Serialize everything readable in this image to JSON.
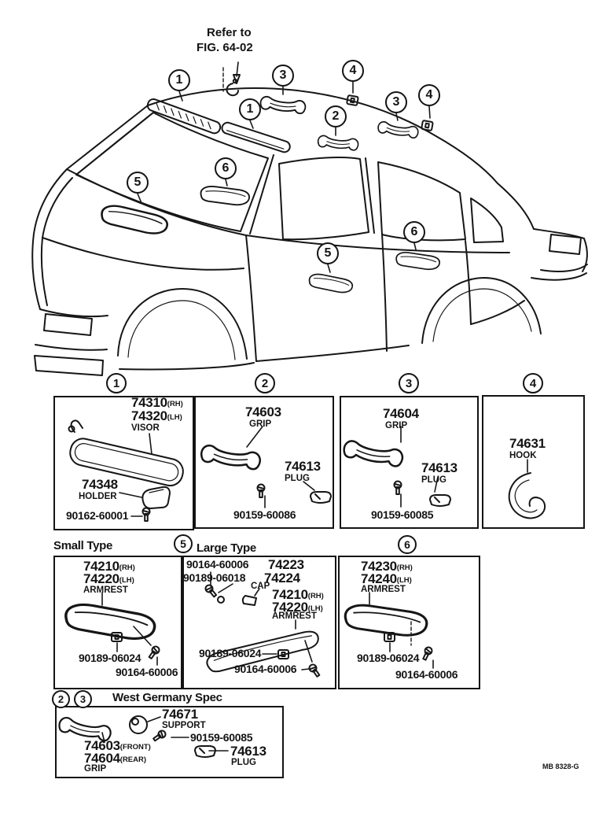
{
  "doc": {
    "refer_line1": "Refer to",
    "refer_line2": "FIG. 64-02",
    "footer_code": "MB 8328-G"
  },
  "car": {
    "callouts": [
      "1",
      "3",
      "4",
      "1",
      "2",
      "3",
      "4",
      "5",
      "6",
      "5",
      "6"
    ]
  },
  "row1": {
    "callouts": [
      "1",
      "2",
      "3",
      "4"
    ],
    "box1": {
      "part_rh": "74310",
      "part_rh_suffix": "(RH)",
      "part_lh": "74320",
      "part_lh_suffix": "(LH)",
      "part_name": "VISOR",
      "holder_num": "74348",
      "holder_name": "HOLDER",
      "screw_num": "90162-60001"
    },
    "box2": {
      "grip_num": "74603",
      "grip_name": "GRIP",
      "plug_num": "74613",
      "plug_name": "PLUG",
      "screw_num": "90159-60086"
    },
    "box3": {
      "grip_num": "74604",
      "grip_name": "GRIP",
      "plug_num": "74613",
      "plug_name": "PLUG",
      "screw_num": "90159-60085"
    },
    "box4": {
      "hook_num": "74631",
      "hook_name": "HOOK"
    }
  },
  "row2": {
    "small_type_label": "Small Type",
    "large_type_label": "Large Type",
    "callout5": "5",
    "callout6": "6",
    "small_box": {
      "part_rh": "74210",
      "part_rh_suffix": "(RH)",
      "part_lh": "74220",
      "part_lh_suffix": "(LH)",
      "part_name": "ARMREST",
      "clip_num": "90189-06024",
      "screw_num": "90164-60006"
    },
    "large_box": {
      "screw_top_num": "90164-60006",
      "grommet_num": "90189-06018",
      "cap_num_a": "74223",
      "cap_num_b": "74224",
      "cap_name": "CAP",
      "part_rh": "74210",
      "part_rh_suffix": "(RH)",
      "part_lh": "74220",
      "part_lh_suffix": "(LH)",
      "part_name": "ARMREST",
      "clip_num": "90189-06024",
      "screw_bottom_num": "90164-60006"
    },
    "box6": {
      "part_rh": "74230",
      "part_rh_suffix": "(RH)",
      "part_lh": "74240",
      "part_lh_suffix": "(LH)",
      "part_name": "ARMREST",
      "clip_num": "90189-06024",
      "screw_num": "90164-60006"
    }
  },
  "bottom": {
    "callout2": "2",
    "callout3": "3",
    "title": "West Germany Spec",
    "support_num": "74671",
    "support_name": "SUPPORT",
    "screw_num": "90159-60085",
    "grip_front_num": "74603",
    "grip_front_suffix": "(FRONT)",
    "grip_rear_num": "74604",
    "grip_rear_suffix": "(REAR)",
    "grip_name": "GRIP",
    "plug_num": "74613",
    "plug_name": "PLUG"
  }
}
